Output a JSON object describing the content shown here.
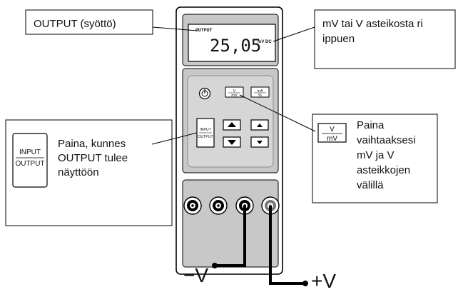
{
  "callouts": {
    "output_label": "OUTPUT (syöttö)",
    "range_label_line1": "mV tai V asteikosta ri",
    "range_label_line2": "ippuen",
    "input_output_text": [
      "Paina, kunnes",
      "OUTPUT tulee",
      "näyttöön"
    ],
    "v_mv_text": [
      "Paina",
      "vaihtaaksesi",
      "mV ja V",
      "asteikkojen",
      "välillä"
    ]
  },
  "display": {
    "mode": "OUTPUT",
    "reading": "25,05",
    "unit": "mV DC"
  },
  "buttons": {
    "v_top": "V",
    "v_bottom": "mV",
    "ma_top": "mA",
    "ma_bottom": "%",
    "input": "INPUT",
    "output": "OUTPUT"
  },
  "icons": {
    "big_input": "INPUT",
    "big_output": "OUTPUT",
    "big_v": "V",
    "big_mv": "mV"
  },
  "terminals": {
    "minus_label": "−V",
    "plus_label": "+V"
  }
}
